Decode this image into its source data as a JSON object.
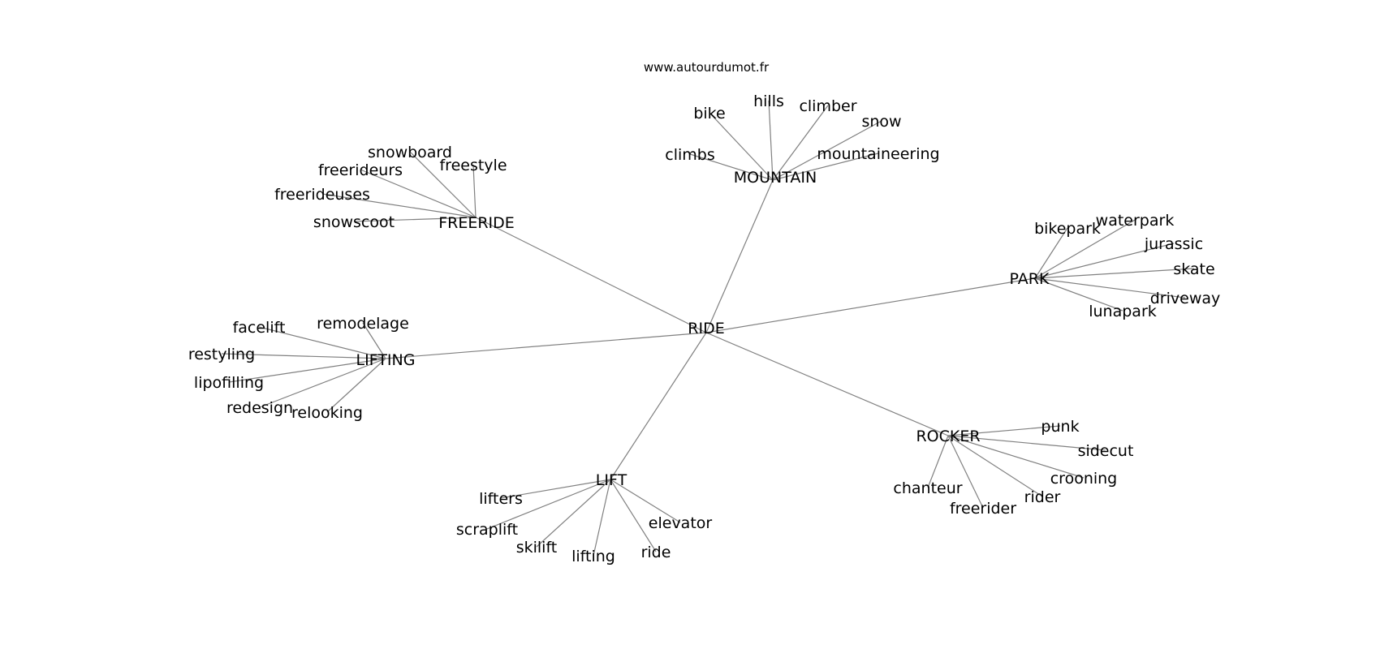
{
  "source": "www.autourdumot.fr",
  "graph": {
    "center": "RIDE",
    "clusters": [
      {
        "hub": "MOUNTAIN",
        "leaves": [
          "bike",
          "hills",
          "climber",
          "snow",
          "climbs",
          "mountaineering"
        ]
      },
      {
        "hub": "FREERIDE",
        "leaves": [
          "snowboard",
          "freerideurs",
          "freestyle",
          "freerideuses",
          "snowscoot"
        ]
      },
      {
        "hub": "PARK",
        "leaves": [
          "bikepark",
          "waterpark",
          "jurassic",
          "skate",
          "driveway",
          "lunapark"
        ]
      },
      {
        "hub": "LIFTING",
        "leaves": [
          "facelift",
          "remodelage",
          "restyling",
          "lipofilling",
          "redesign",
          "relooking"
        ]
      },
      {
        "hub": "ROCKER",
        "leaves": [
          "punk",
          "sidecut",
          "crooning",
          "chanteur",
          "rider",
          "freerider"
        ]
      },
      {
        "hub": "LIFT",
        "leaves": [
          "lifters",
          "elevator",
          "scraplift",
          "skilift",
          "lifting",
          "ride"
        ]
      }
    ]
  }
}
